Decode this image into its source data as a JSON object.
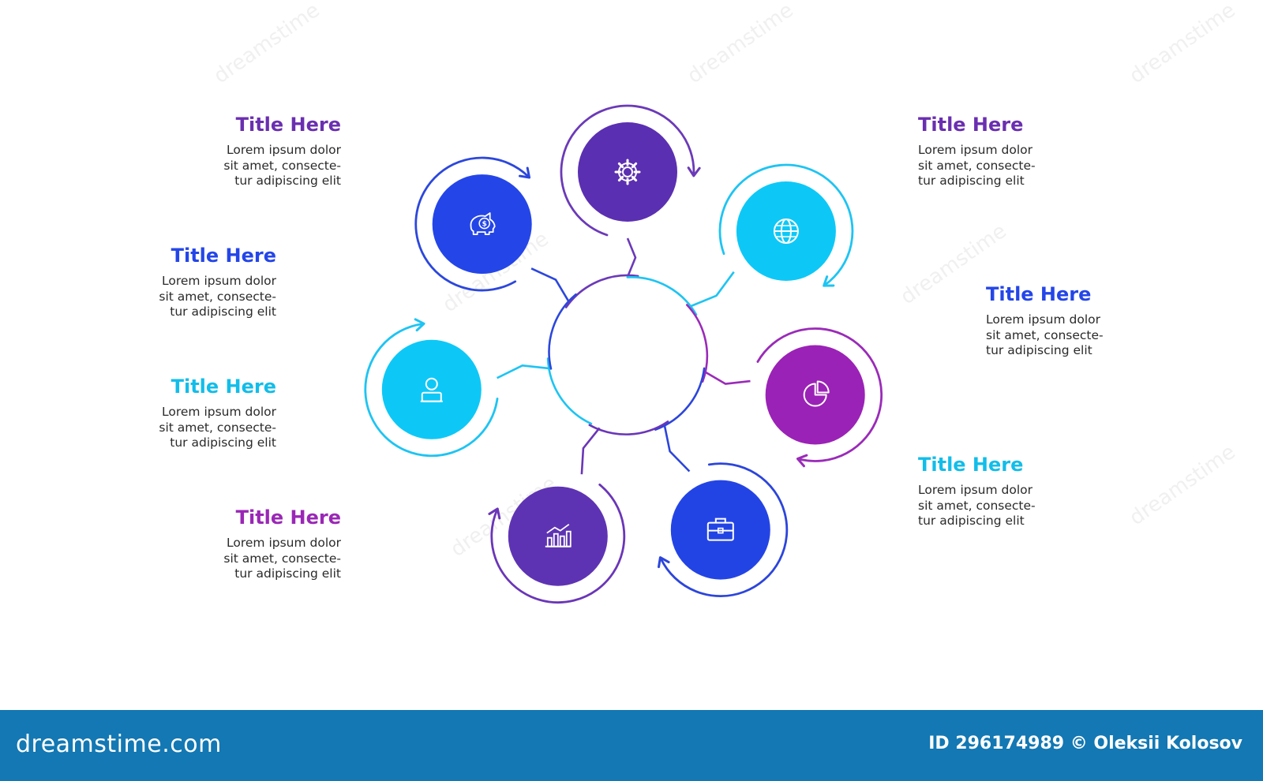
{
  "diagram": {
    "colors": {
      "purple": "#6b2fb3",
      "blue": "#2f48e6",
      "cyan": "#14c6f6",
      "magenta": "#9b24b8",
      "indigo": "#5d35b1",
      "royal": "#2446e8"
    },
    "nodes": [
      {
        "id": "gear",
        "icon": "gear-icon",
        "color": "#5b2fb1",
        "ring": "#6b3ab8"
      },
      {
        "id": "globe",
        "icon": "globe-icon",
        "color": "#0dc8f7",
        "ring": "#1ec4f2"
      },
      {
        "id": "pie",
        "icon": "pie-chart-icon",
        "color": "#9b22b6",
        "ring": "#9a2bb8"
      },
      {
        "id": "briefcase",
        "icon": "briefcase-icon",
        "color": "#2344e5",
        "ring": "#2c45db"
      },
      {
        "id": "chart",
        "icon": "bar-chart-icon",
        "color": "#5e33b3",
        "ring": "#6a36b8"
      },
      {
        "id": "person",
        "icon": "person-icon",
        "color": "#0dc8f7",
        "ring": "#1ec4f2"
      },
      {
        "id": "piggy",
        "icon": "piggy-bank-icon",
        "color": "#2446e8",
        "ring": "#2c47dc"
      }
    ]
  },
  "callouts": [
    {
      "id": "top-left",
      "title": "Title Here",
      "color": "#6a2fb0",
      "lines": [
        "Lorem ipsum dolor",
        "sit amet, consecte-",
        "tur adipiscing elit"
      ]
    },
    {
      "id": "mid-left-1",
      "title": "Title Here",
      "color": "#2446e8",
      "lines": [
        "Lorem ipsum dolor",
        "sit amet, consecte-",
        "tur adipiscing elit"
      ]
    },
    {
      "id": "mid-left-2",
      "title": "Title Here",
      "color": "#12bde9",
      "lines": [
        "Lorem ipsum dolor",
        "sit amet, consecte-",
        "tur adipiscing elit"
      ]
    },
    {
      "id": "bottom-left",
      "title": "Title Here",
      "color": "#9a27b6",
      "lines": [
        "Lorem ipsum dolor",
        "sit amet, consecte-",
        "tur adipiscing elit"
      ]
    },
    {
      "id": "top-right",
      "title": "Title Here",
      "color": "#6a2fb0",
      "lines": [
        "Lorem ipsum dolor",
        "sit amet, consecte-",
        "tur adipiscing elit"
      ]
    },
    {
      "id": "mid-right",
      "title": "Title Here",
      "color": "#2446e8",
      "lines": [
        "Lorem ipsum dolor",
        "sit amet, consecte-",
        "tur adipiscing elit"
      ]
    },
    {
      "id": "bottom-right",
      "title": "Title Here",
      "color": "#12bde9",
      "lines": [
        "Lorem ipsum dolor",
        "sit amet, consecte-",
        "tur adipiscing elit"
      ]
    }
  ],
  "footer": {
    "brand": "dreamstime.com",
    "credit": "ID 296174989 © Oleksii Kolosov",
    "background": "#1378b3"
  },
  "watermark": "dreamstime"
}
